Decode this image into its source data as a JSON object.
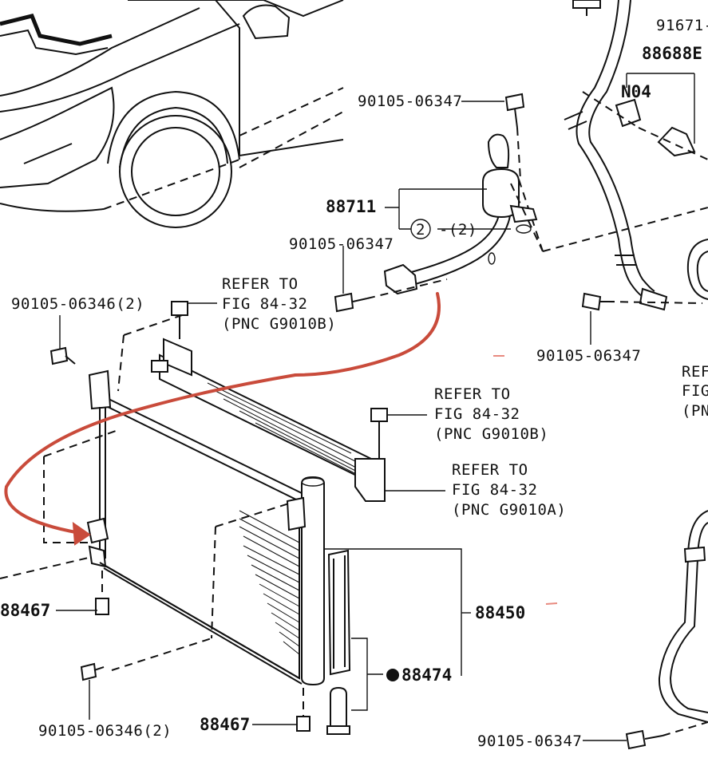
{
  "labels": {
    "p91671": "91671-",
    "p88688e": "88688E",
    "n04": "N04",
    "p90105_06347_top": "90105-06347",
    "p88711": "88711",
    "circle2": "2",
    "paren2": "-(2)",
    "p90105_06347_mid": "90105-06347",
    "p90105_06346_2_top": "90105-06346(2)",
    "refer1_a": "REFER TO",
    "refer1_b": "FIG 84-32",
    "refer1_c": "(PNC G9010B)",
    "p90105_06347_right": "90105-06347",
    "refer_cut_a": "REF",
    "refer_cut_b": "FIG",
    "refer_cut_c": "(PN",
    "refer2_a": "REFER TO",
    "refer2_b": "FIG 84-32",
    "refer2_c": "(PNC G9010B)",
    "refer3_a": "REFER TO",
    "refer3_b": "FIG 84-32",
    "refer3_c": "(PNC G9010A)",
    "p88467_left": "88467",
    "p88450": "88450",
    "p88474": "88474",
    "p90105_06346_2_bottom": "90105-06346(2)",
    "p88467_bottom": "88467",
    "p90105_06347_bottom": "90105-06347"
  },
  "colors": {
    "annotation_arrow": "#c94b3b",
    "line_art": "#111111",
    "background": "#ffffff"
  }
}
